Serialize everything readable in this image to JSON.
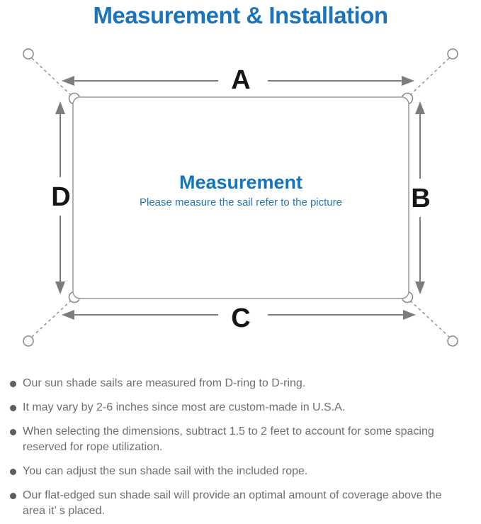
{
  "title": "Measurement & Installation",
  "diagram": {
    "side_labels": {
      "top": "A",
      "right": "B",
      "bottom": "C",
      "left": "D"
    },
    "center_heading": "Measurement",
    "center_subtitle": "Please measure the sail refer to the picture"
  },
  "colors": {
    "title_blue": "#1b74ba",
    "center_heading_blue": "#1176bd",
    "center_subtitle_blue": "#2377b8",
    "diagram_line_gray": "#8b8b8b",
    "arrow_gray": "#7c7c7c",
    "side_label_black": "#161616",
    "note_text_gray": "#6f6f6f"
  },
  "notes": [
    "Our sun shade sails are measured from D-ring to D-ring.",
    "It may vary by 2-6 inches since most are custom-made in U.S.A.",
    "When selecting the dimensions, subtract 1.5 to 2 feet to account for some spacing reserved for rope utilization.",
    "You can adjust the sun shade sail with the included rope.",
    "Our flat-edged sun shade sail will provide an optimal amount of coverage above the area it’ s placed."
  ]
}
